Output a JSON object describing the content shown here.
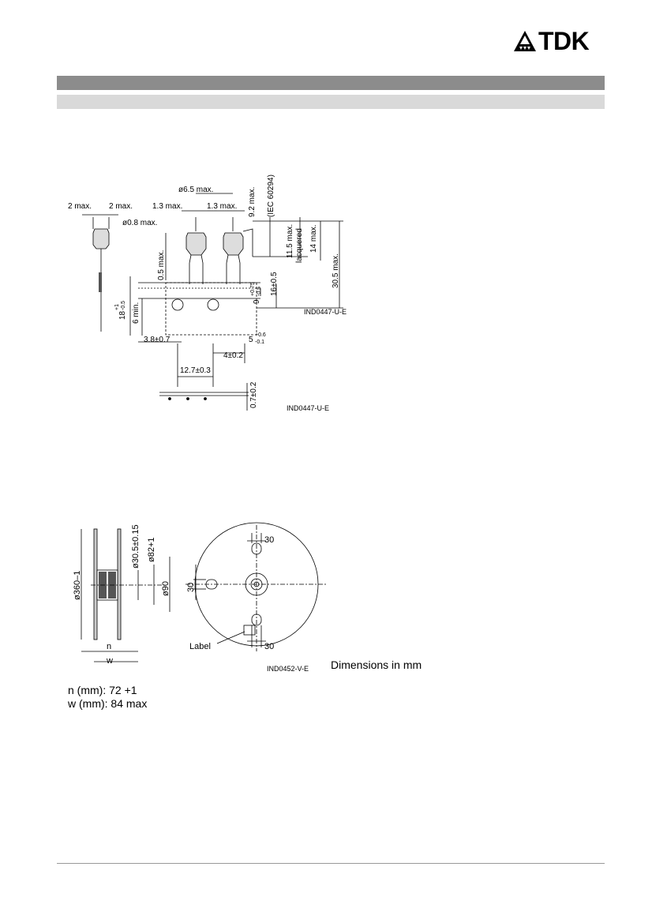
{
  "header": {
    "brand": "TDK"
  },
  "drawing1": {
    "code": "IND0447-U-E",
    "labels": {
      "d_2max_a": "2 max.",
      "d_2max_b": "2 max.",
      "d_65": "ø6.5 max.",
      "d_13a": "1.3 max.",
      "d_13b": "1.3 max.",
      "d_08": "ø0.8 max.",
      "d_92": "9.2 max.",
      "d_iec": "(IEC 60294)",
      "d_115": "11.5 max.",
      "d_lacq": "lacquered",
      "d_14": "14 max.",
      "d_305": "30.5 max.",
      "d_05": "0.5 max.",
      "d_18": "18",
      "d_18tol": "+1",
      "d_18tol2": "-0.5",
      "d_6min": "6 min.",
      "d_9": "9",
      "d_9tol": "+0.75",
      "d_9tol2": "-0.5",
      "d_16": "16±0.5",
      "d_38": "3.8±0.7",
      "d_5": "5",
      "d_5tol": "+0.6",
      "d_5tol2": "-0.1",
      "d_4": "4±0.2",
      "d_127": "12.7±0.3",
      "d_07": "0.7±0.2"
    }
  },
  "drawing2": {
    "code": "IND0452-V-E",
    "labels": {
      "d_360": "ø360–1",
      "d_305": "ø30.5±0.15",
      "d_82": "ø82+1",
      "d_90": "ø90",
      "n": "n",
      "w": "w",
      "label": "Label",
      "d_30a": "30",
      "d_30b": "30",
      "d_30c": "30"
    }
  },
  "caption": "Dimensions in mm",
  "specs": {
    "n_label": "n (mm): 72 +1",
    "w_label": "w (mm): 84 max"
  }
}
